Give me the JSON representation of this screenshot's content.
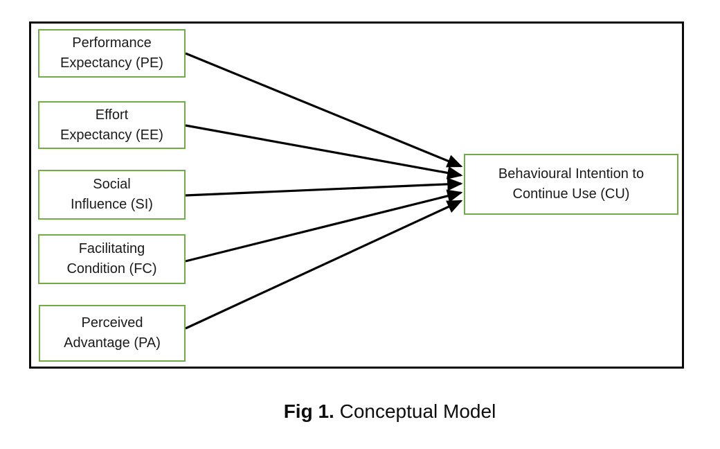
{
  "figure": {
    "caption": {
      "label": "Fig 1.",
      "title": "Conceptual Model"
    },
    "diagram": {
      "type": "conceptual-model",
      "nodes": [
        {
          "id": "PE",
          "label": "Performance\nExpectancy (PE)"
        },
        {
          "id": "EE",
          "label": "Effort\nExpectancy (EE)"
        },
        {
          "id": "SI",
          "label": "Social\nInfluence (SI)"
        },
        {
          "id": "FC",
          "label": "Facilitating\nCondition (FC)"
        },
        {
          "id": "PA",
          "label": "Perceived\nAdvantage (PA)"
        },
        {
          "id": "CU",
          "label": "Behavioural Intention to\nContinue Use (CU)"
        }
      ],
      "edges": [
        {
          "from": "PE",
          "to": "CU"
        },
        {
          "from": "EE",
          "to": "CU"
        },
        {
          "from": "SI",
          "to": "CU"
        },
        {
          "from": "FC",
          "to": "CU"
        },
        {
          "from": "PA",
          "to": "CU"
        }
      ],
      "colors": {
        "node_border": "#70AD47",
        "arrow": "#000000",
        "frame": "#0a0a0a",
        "text": "#1a1a1a"
      }
    }
  }
}
